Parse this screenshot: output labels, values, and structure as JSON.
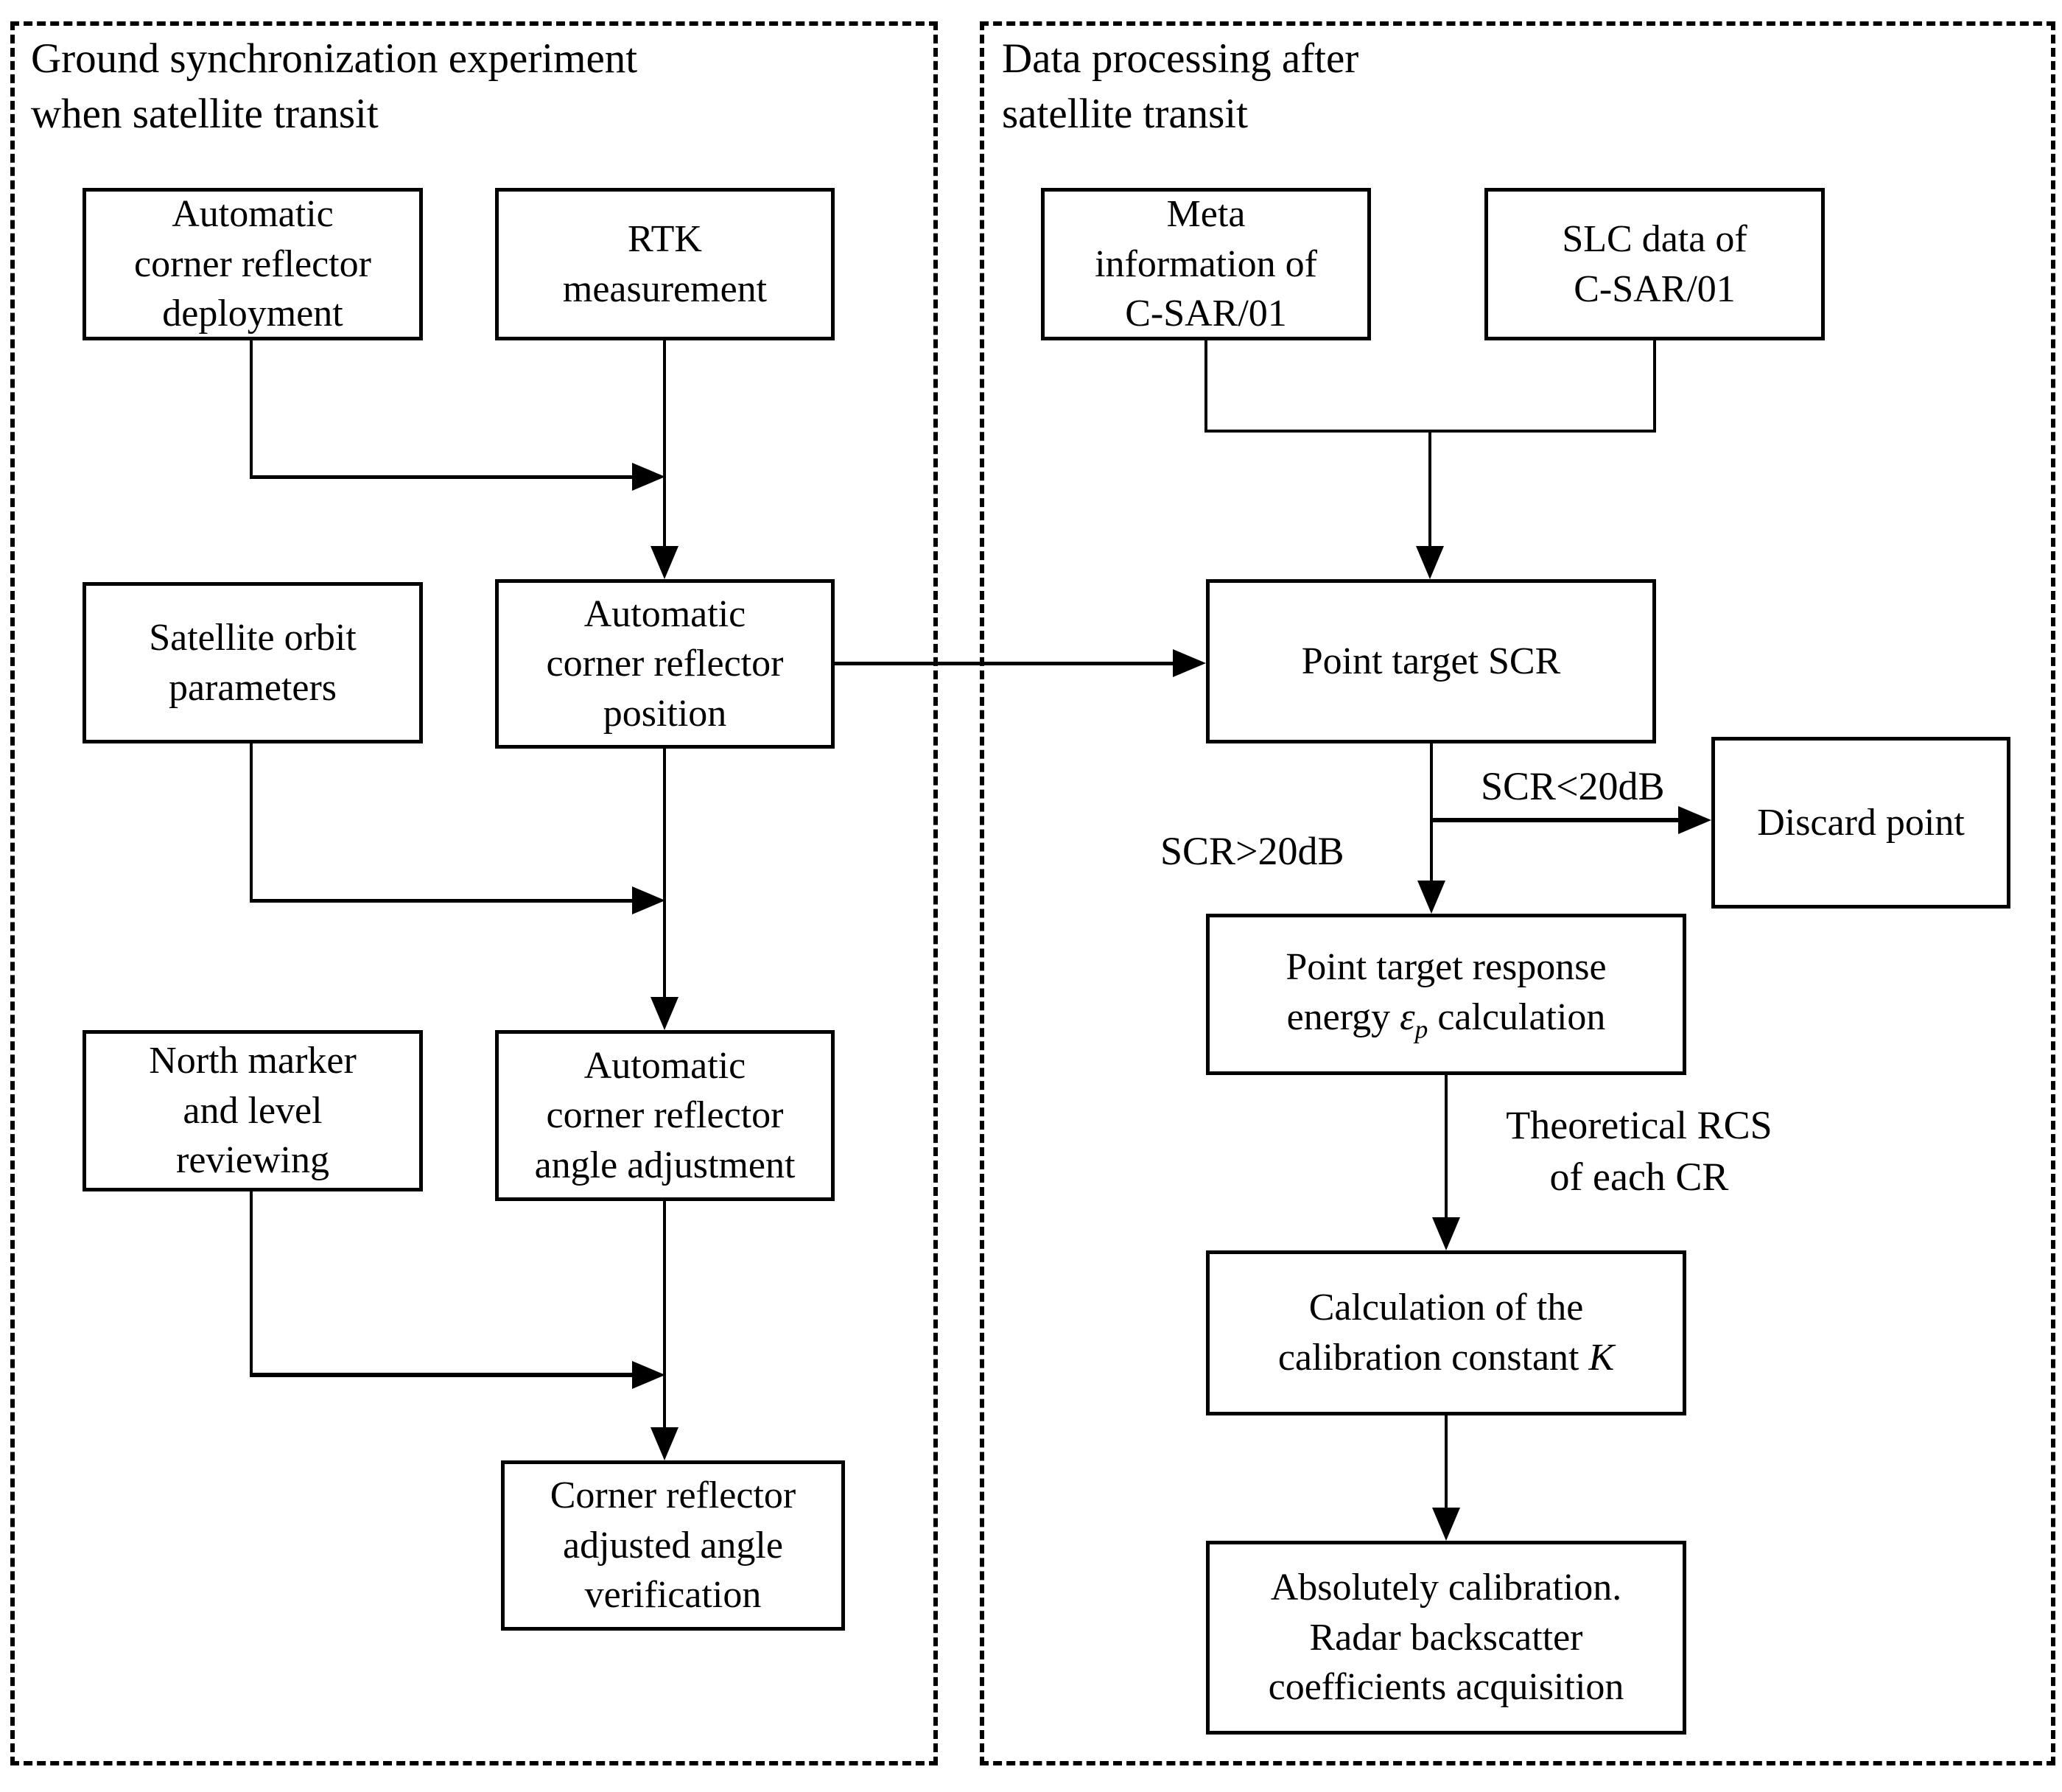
{
  "figure": {
    "background": "#ffffff",
    "ink": "#000000"
  },
  "panels": {
    "left": {
      "title": "Ground synchronization experiment\nwhen satellite transit"
    },
    "right": {
      "title": "Data processing after\nsatellite transit"
    }
  },
  "nodes": {
    "deployment": "Automatic\ncorner reflector\ndeployment",
    "rtk": "RTK\nmeasurement",
    "orbit": "Satellite orbit\nparameters",
    "position": "Automatic\ncorner reflector\nposition",
    "north_marker": "North marker\nand level\nreviewing",
    "angle_adjustment": "Automatic\ncorner reflector\nangle adjustment",
    "verification": "Corner reflector\nadjusted angle\nverification",
    "meta": "Meta\ninformation of\nC-SAR/01",
    "slc": "SLC data of\nC-SAR/01",
    "scr": "Point target SCR",
    "discard": "Discard point",
    "response": {
      "line1": "Point target response",
      "energy": "energy ",
      "epsilon": "ε",
      "subscript": "p",
      "calculation": " calculation"
    },
    "calibration": {
      "line1": "Calculation of the",
      "line2_text": "calibration constant ",
      "line2_symbol": "K"
    },
    "absolute": "Absolutely calibration.\nRadar backscatter\ncoefficients acquisition"
  },
  "edge_labels": {
    "scr_below": "SCR<20dB",
    "scr_above": "SCR>20dB",
    "rcs": "Theoretical RCS\nof each CR"
  }
}
